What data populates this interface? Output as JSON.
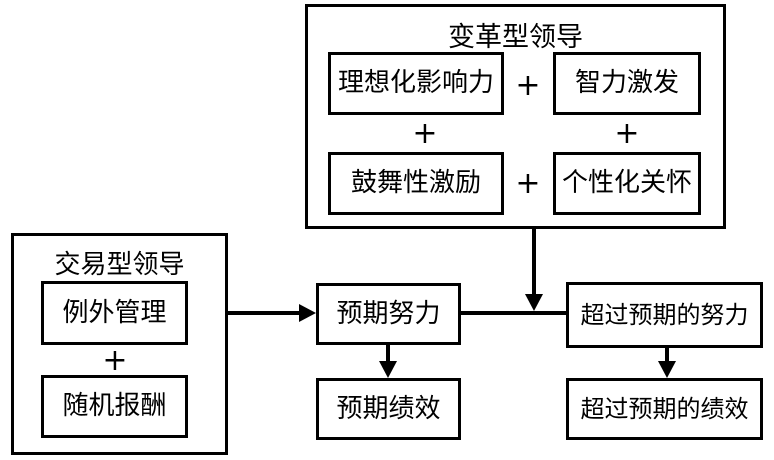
{
  "diagram": {
    "title_visible": false,
    "groups": [
      {
        "id": "transformational",
        "label": "变革型领导",
        "components": [
          {
            "id": "idealized-influence",
            "label": "理想化影响力"
          },
          {
            "id": "intellectual-stimulation",
            "label": "智力激发"
          },
          {
            "id": "inspirational-motivation",
            "label": "鼓舞性激励"
          },
          {
            "id": "individualized-consideration",
            "label": "个性化关怀"
          }
        ],
        "operators": [
          "+",
          "+",
          "+",
          "+"
        ]
      },
      {
        "id": "transactional",
        "label": "交易型领导",
        "components": [
          {
            "id": "management-by-exception",
            "label": "例外管理"
          },
          {
            "id": "contingent-reward",
            "label": "随机报酬"
          }
        ],
        "operators": [
          "+"
        ]
      }
    ],
    "outcomes": [
      {
        "id": "expected-effort",
        "label": "预期努力"
      },
      {
        "id": "expected-performance",
        "label": "预期绩效"
      },
      {
        "id": "beyond-expected-effort",
        "label": "超过预期的努力"
      },
      {
        "id": "beyond-expected-performance",
        "label": "超过预期的绩效"
      }
    ],
    "colors": {
      "stroke": "#000000",
      "fill": "#ffffff",
      "text": "#000000"
    }
  }
}
